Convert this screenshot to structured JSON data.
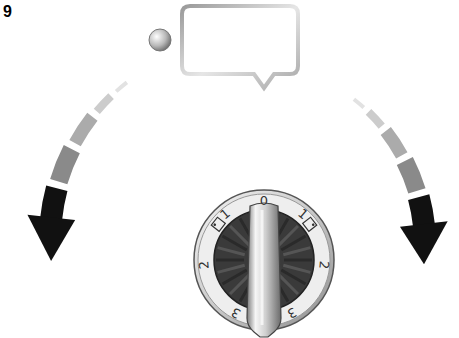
{
  "diagram": {
    "labels": [
      "9",
      "0",
      "1",
      "1",
      "2",
      "2",
      "3",
      "3"
    ]
  }
}
